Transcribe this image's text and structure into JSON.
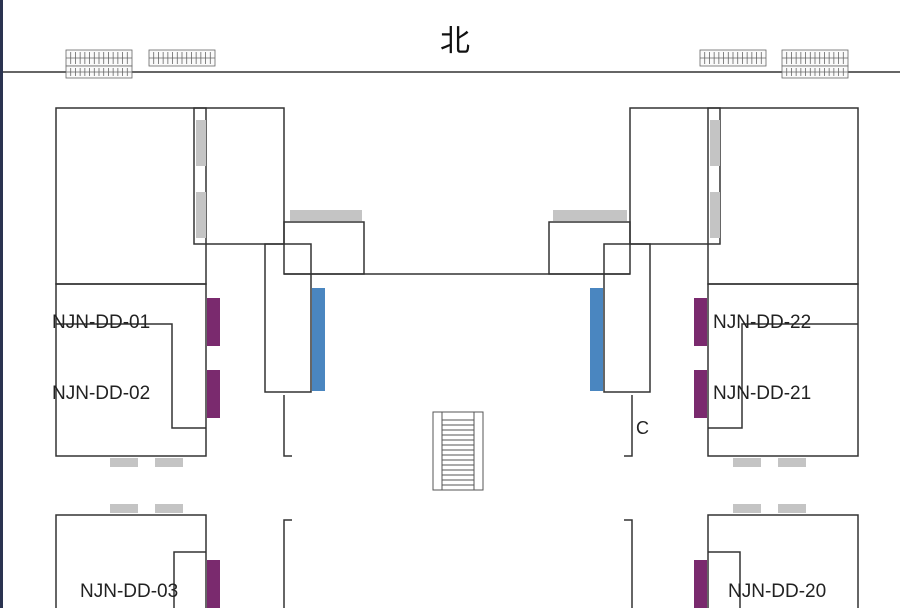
{
  "compass_label": "北",
  "mark_c": "C",
  "units": [
    {
      "id": "NJN-DD-01"
    },
    {
      "id": "NJN-DD-02"
    },
    {
      "id": "NJN-DD-03"
    },
    {
      "id": "NJN-DD-20"
    },
    {
      "id": "NJN-DD-21"
    },
    {
      "id": "NJN-DD-22"
    }
  ],
  "colors": {
    "wall": "#333333",
    "door_purple": "#7a2a6e",
    "door_blue": "#4a86c0",
    "fixture_gray": "#c4c4c4",
    "edge_dark": "#2a3350"
  },
  "icons": [
    "escalator-icon",
    "gate-icon"
  ]
}
